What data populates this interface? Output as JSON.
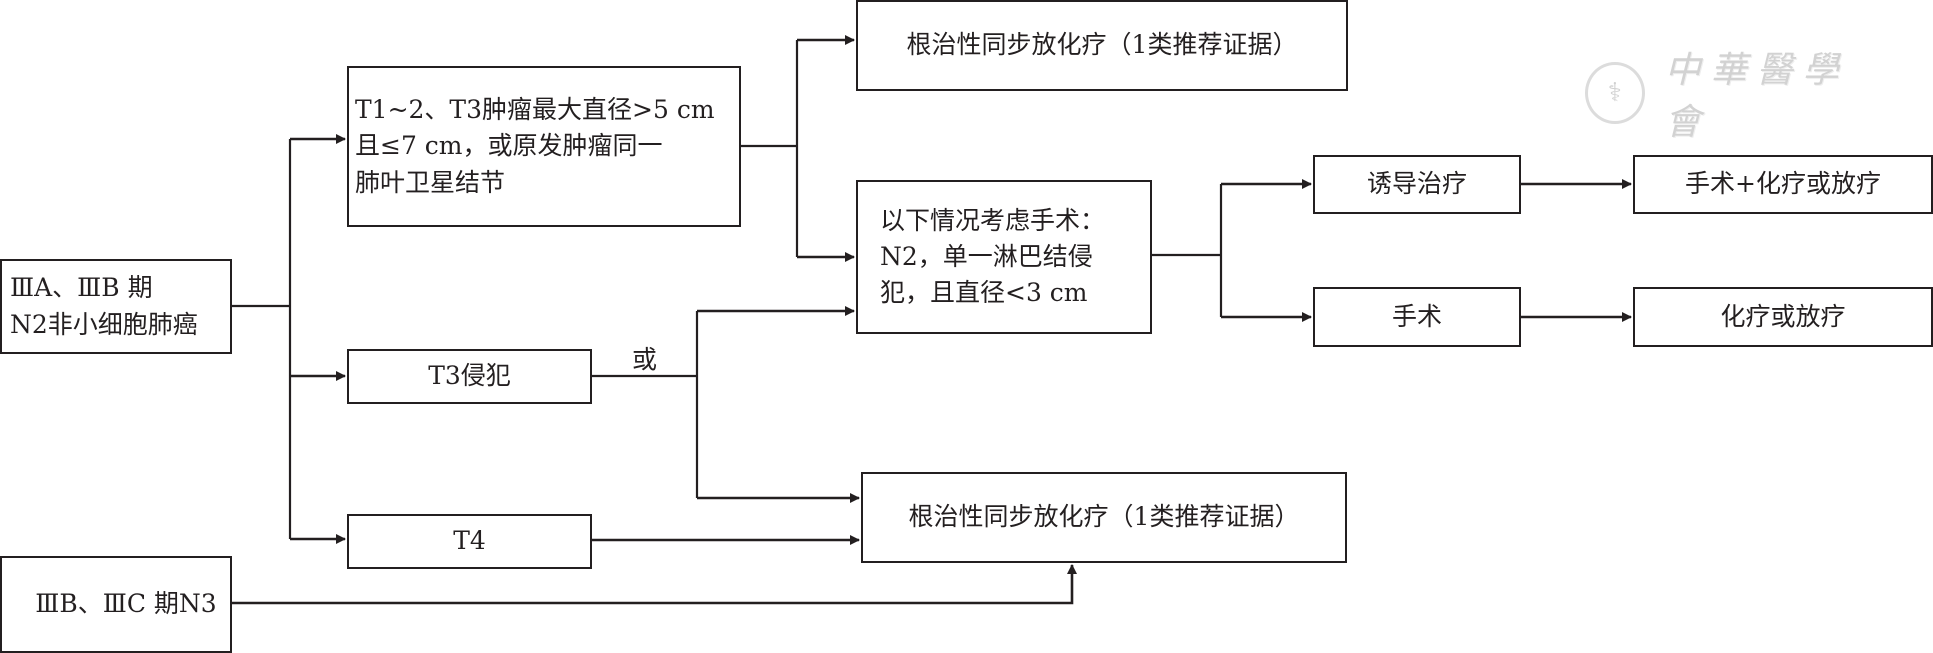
{
  "diagram": {
    "nodes": {
      "stage_n2": {
        "label": "ⅢA、ⅢB 期\nN2非小细胞肺癌"
      },
      "t1_t3": {
        "label": "T1~2、T3肿瘤最大直径>5 cm\n且≤7 cm，或原发肿瘤同一\n肺叶卫星结节"
      },
      "t3_invasion": {
        "label": "T3侵犯"
      },
      "t4": {
        "label": "T4"
      },
      "stage_n3": {
        "label": "ⅢB、ⅢC 期N3"
      },
      "crt_top": {
        "label": "根治性同步放化疗（1类推荐证据）"
      },
      "surgery_consider": {
        "label": "以下情况考虑手术：\nN2，单一淋巴结侵\n犯，且直径<3 cm"
      },
      "crt_bottom": {
        "label": "根治性同步放化疗（1类推荐证据）"
      },
      "induction": {
        "label": "诱导治疗"
      },
      "surgery_chemo_rt": {
        "label": "手术+化疗或放疗"
      },
      "surgery": {
        "label": "手术"
      },
      "chemo_or_rt": {
        "label": "化疗或放疗"
      }
    },
    "edge_label_or": "或",
    "edges": [
      [
        "stage_n2",
        "t1_t3"
      ],
      [
        "stage_n2",
        "t3_invasion"
      ],
      [
        "stage_n2",
        "t4"
      ],
      [
        "t1_t3",
        "crt_top"
      ],
      [
        "t1_t3",
        "surgery_consider"
      ],
      [
        "t3_invasion",
        "surgery_consider"
      ],
      [
        "t3_invasion",
        "crt_bottom"
      ],
      [
        "t4",
        "crt_bottom"
      ],
      [
        "stage_n3",
        "crt_bottom"
      ],
      [
        "surgery_consider",
        "induction"
      ],
      [
        "surgery_consider",
        "surgery"
      ],
      [
        "induction",
        "surgery_chemo_rt"
      ],
      [
        "surgery",
        "chemo_or_rt"
      ]
    ],
    "line_color": "#231f20"
  },
  "watermark": {
    "seal_icon": "seal-icon",
    "text": "中華醫學會"
  }
}
